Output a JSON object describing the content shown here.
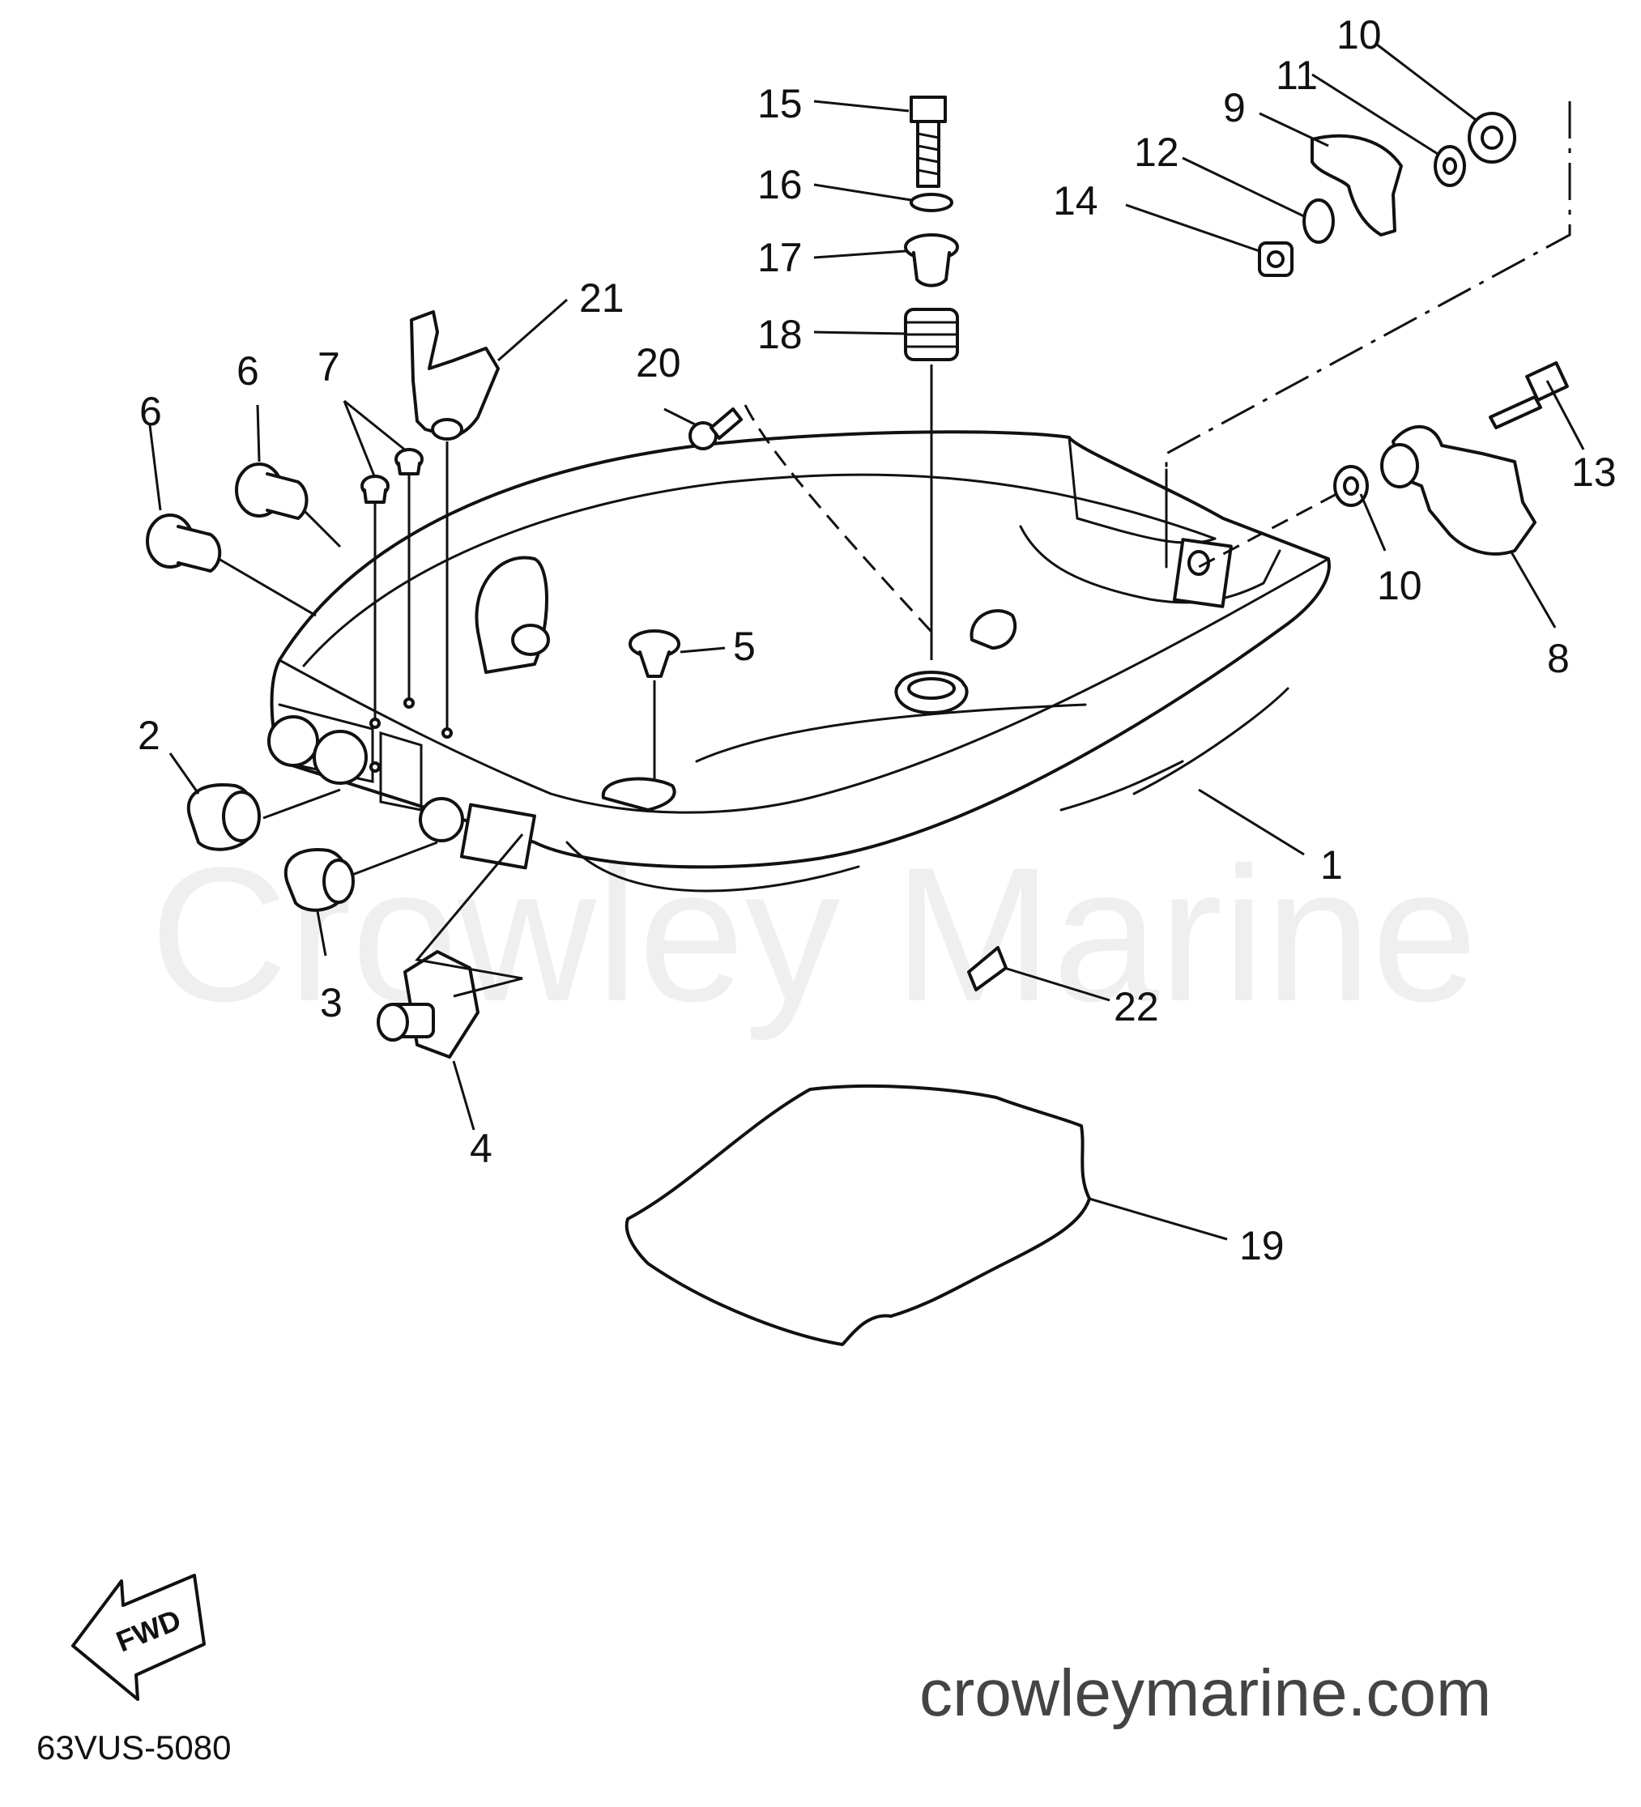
{
  "watermark": "Crowley Marine",
  "site": "crowleymarine.com",
  "diagram_code": "63VUS-5080",
  "direction_label": "FWD",
  "callouts": {
    "c1": "1",
    "c2": "2",
    "c3": "3",
    "c4": "4",
    "c5": "5",
    "c6a": "6",
    "c6b": "6",
    "c7": "7",
    "c8": "8",
    "c9": "9",
    "c10a": "10",
    "c10b": "10",
    "c11": "11",
    "c12": "12",
    "c13": "13",
    "c14": "14",
    "c15": "15",
    "c16": "16",
    "c17": "17",
    "c18": "18",
    "c19": "19",
    "c20": "20",
    "c21": "21",
    "c22": "22"
  }
}
